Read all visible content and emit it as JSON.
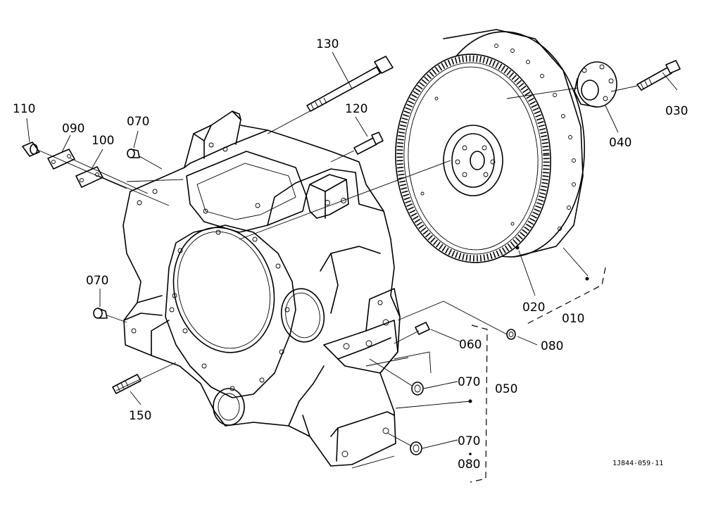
{
  "diagram": {
    "reference_code": "1J844-059-11",
    "part_labels": {
      "p010": "010",
      "p020": "020",
      "p030": "030",
      "p040": "040",
      "p050": "050",
      "p060": "060",
      "p070_top": "070",
      "p070_left": "070",
      "p070_mid": "070",
      "p070_low": "070",
      "p080_right": "080",
      "p080_low": "080",
      "p090": "090",
      "p100": "100",
      "p110": "110",
      "p120": "120",
      "p130": "130",
      "p150": "150"
    }
  }
}
